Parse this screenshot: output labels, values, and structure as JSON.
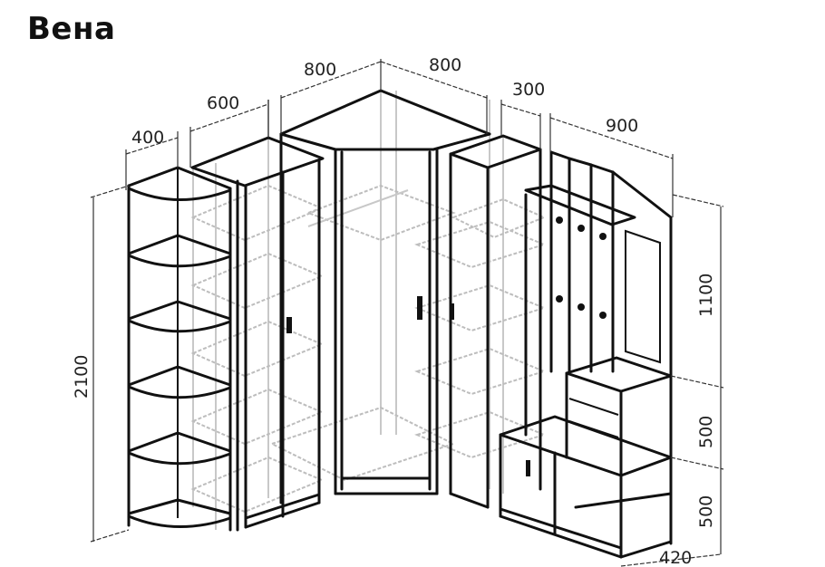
{
  "title": "Вена",
  "dimensions": {
    "corner_shelf_width": "400",
    "wardrobe_width": "600",
    "corner_wardrobe_left": "800",
    "corner_wardrobe_right": "800",
    "narrow_wardrobe_width": "300",
    "hallway_width": "900",
    "total_height": "2100",
    "hallway_upper_height": "1100",
    "hallway_middle_height": "500",
    "hallway_lower_height": "500",
    "hallway_depth": "420"
  },
  "colors": {
    "line": "#111111",
    "ghost_line": "#c8c8c8",
    "background": "#ffffff"
  }
}
